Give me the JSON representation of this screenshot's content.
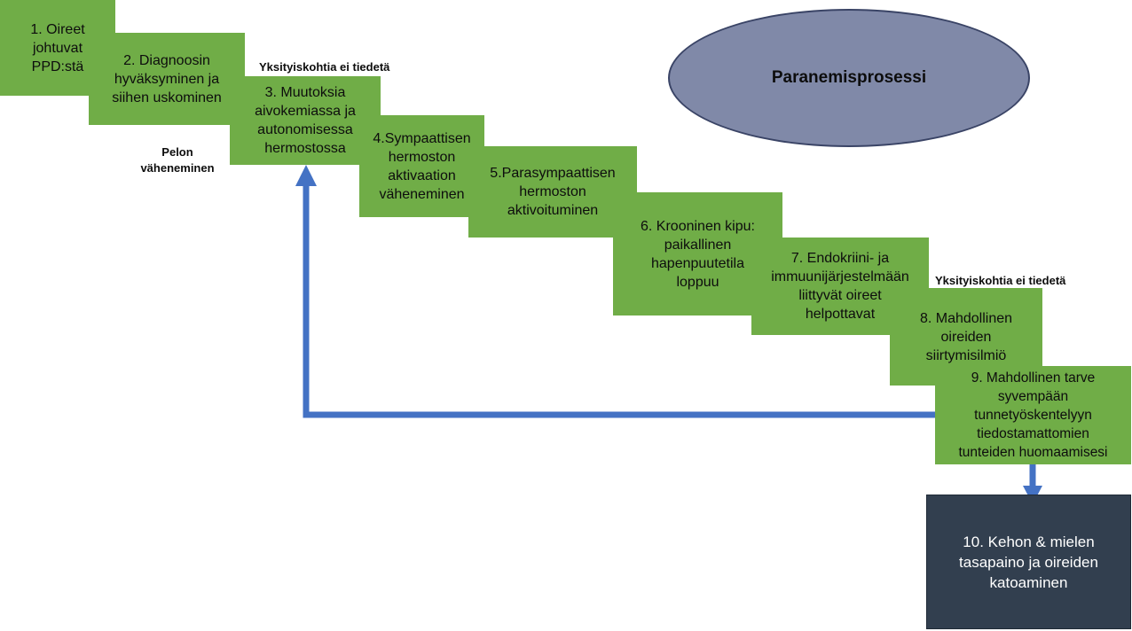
{
  "title": "Paranemisprosessi",
  "steps": [
    {
      "label": "1. Oireet\njohtuvat\nPPD:stä"
    },
    {
      "label": "2. Diagnoosin\nhyväksyminen ja\nsiihen uskominen"
    },
    {
      "label": "3. Muutoksia\naivokemiassa ja\nautonomisessa\nhermostossa"
    },
    {
      "label": "4.Sympaattisen\nhermoston\naktivaation\nväheneminen"
    },
    {
      "label": "5.Parasympaattisen\nhermoston\naktivoituminen"
    },
    {
      "label": "6. Krooninen kipu:\npaikallinen\nhapenpuutetila\nloppuu"
    },
    {
      "label": "7. Endokriini- ja\nimmuunijärjestelmään\nliittyvät oireet\nhelpottavat"
    },
    {
      "label": "8. Mahdollinen\noireiden\nsiirtymisilmiö"
    },
    {
      "label": "9. Mahdollinen tarve\nsyvempään\ntunnetyöskentelyyn\ntiedostamattomien\ntunteiden huomaamisesi"
    }
  ],
  "final_step": "10. Kehon & mielen\ntasapaino ja oireiden\nkatoaminen",
  "notes": {
    "details_unknown_1": "Yksityiskohtia ei tiedetä",
    "details_unknown_2": "Yksityiskohtia ei tiedetä",
    "fear_reduction": "Pelon\nväheneminen"
  },
  "colors": {
    "step_green": "#70ad47",
    "ellipse": "#8089a8",
    "final_box": "#323f4f",
    "arrow_blue": "#4472c4"
  }
}
